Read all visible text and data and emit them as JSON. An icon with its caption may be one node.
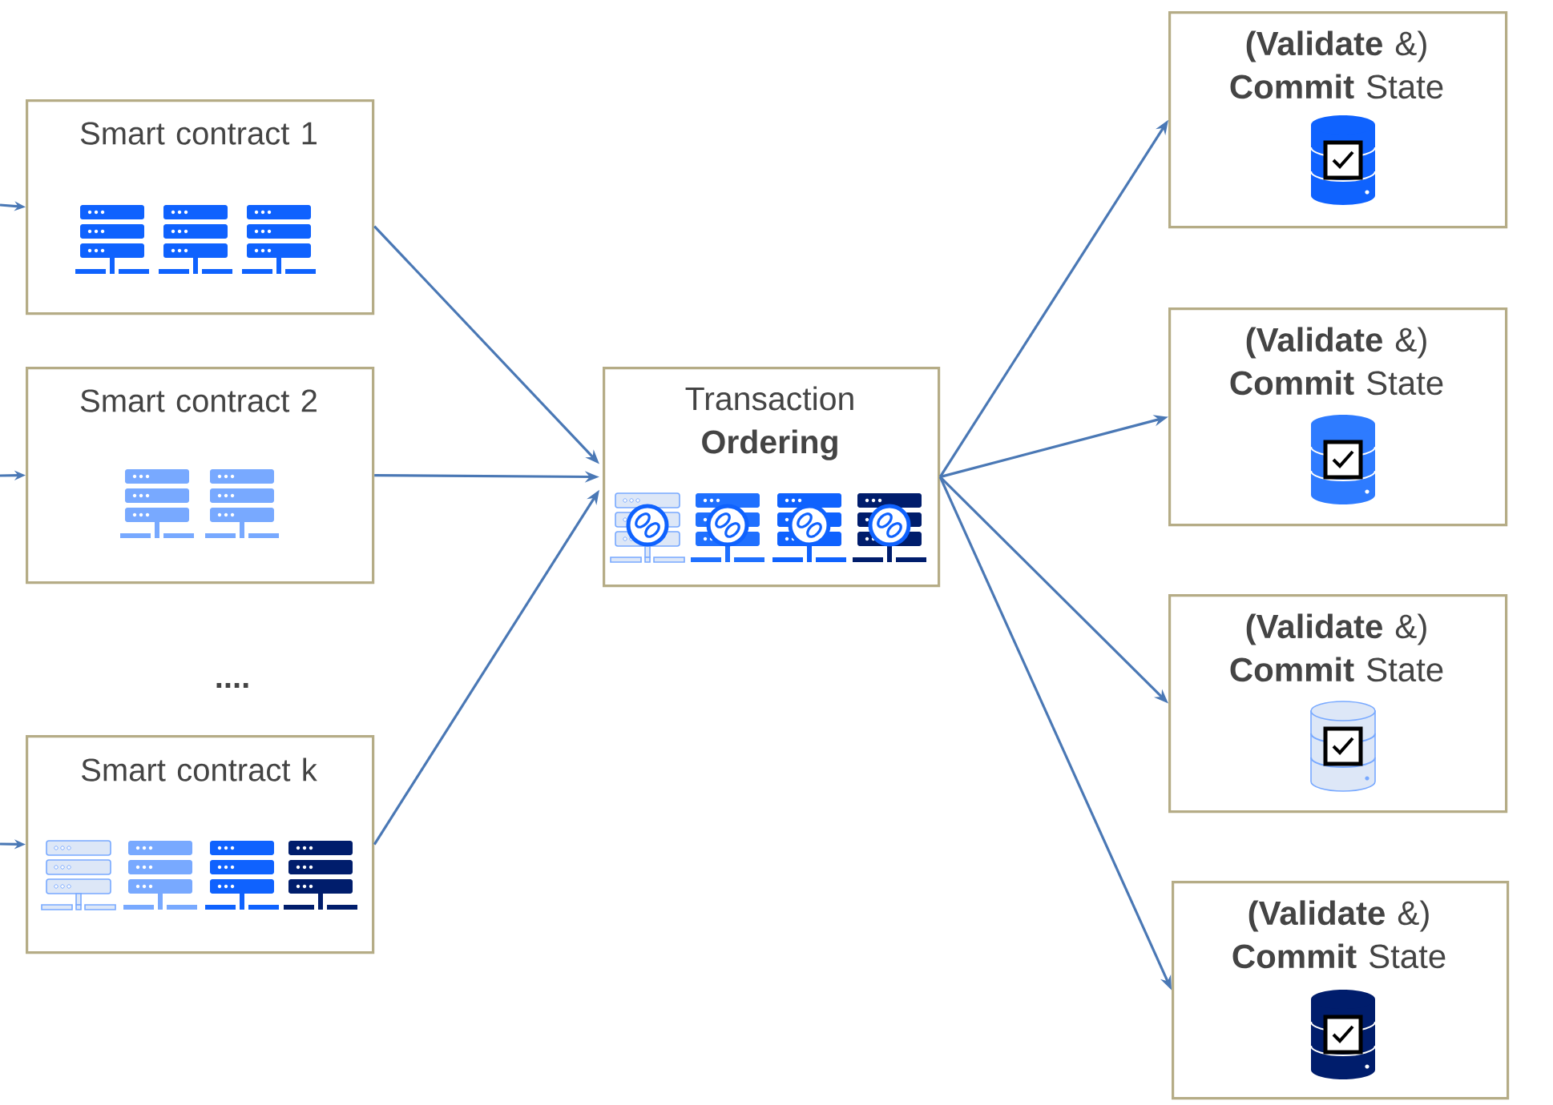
{
  "diagram": {
    "nodes": [
      {
        "text": [
          "Smart contract 1"
        ]
      },
      {
        "text": [
          "Smart contract 2"
        ]
      },
      {
        "text": [
          "Smart contract k"
        ]
      },
      {
        "text": [
          "Transaction **Ordering**"
        ]
      },
      {
        "text": [
          "**(Validate** &) **Commit** State"
        ]
      },
      {
        "text": [
          "**(Validate** &) **Commit** State"
        ]
      },
      {
        "text": [
          "**(Validate** &) **Commit** State"
        ]
      },
      {
        "text": [
          "**(Validate** &) **Commit** State"
        ]
      }
    ],
    "edges": [
      {
        "from": null,
        "to": 0,
        "arrow": "to"
      },
      {
        "from": null,
        "to": 1,
        "arrow": "to"
      },
      {
        "from": null,
        "to": 2,
        "arrow": "to"
      },
      {
        "from": 0,
        "to": 3,
        "arrow": "to"
      },
      {
        "from": 1,
        "to": 3,
        "arrow": "to"
      },
      {
        "from": 2,
        "to": 3,
        "arrow": "to"
      },
      {
        "from": 3,
        "to": 4,
        "arrow": "to"
      },
      {
        "from": 3,
        "to": 5,
        "arrow": "to"
      },
      {
        "from": 3,
        "to": 6,
        "arrow": "to"
      },
      {
        "from": 3,
        "to": 7,
        "arrow": "to"
      }
    ],
    "labels": [
      "...."
    ]
  }
}
